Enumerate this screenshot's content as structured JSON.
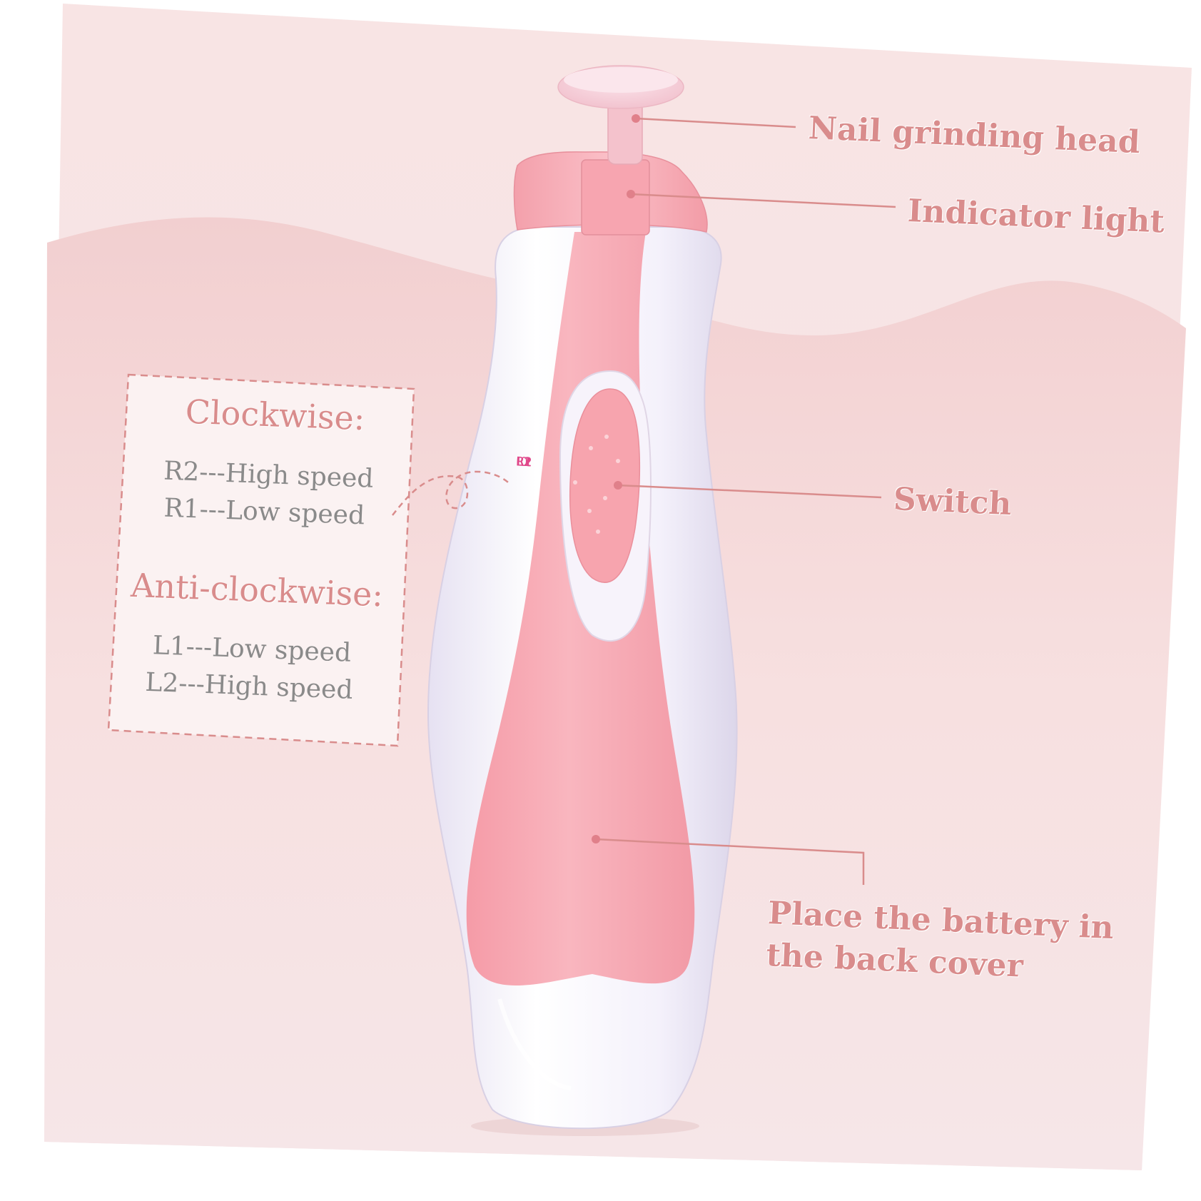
{
  "callouts": {
    "nail_head": "Nail grinding head",
    "indicator": "Indicator light",
    "switch": "Switch",
    "battery_line1": "Place the battery in",
    "battery_line2": "the back cover"
  },
  "speed_box": {
    "clockwise_title": "Clockwise:",
    "r2": "R2---High speed",
    "r1": "R1---Low speed",
    "anticlockwise_title": "Anti-clockwise:",
    "l1": "L1---Low speed",
    "l2": "L2---High speed"
  },
  "dial_labels": [
    "R2",
    "R1",
    "0",
    "L1",
    "L2"
  ],
  "colors": {
    "background": "#f6dfe0",
    "wave": "#f3d2d3",
    "device_pink": "#f7a9b3",
    "device_white": "#f4f1fb",
    "callout_text": "#d98c8c",
    "box_text": "#8a8a8a",
    "dial_text": "#e0488a"
  }
}
